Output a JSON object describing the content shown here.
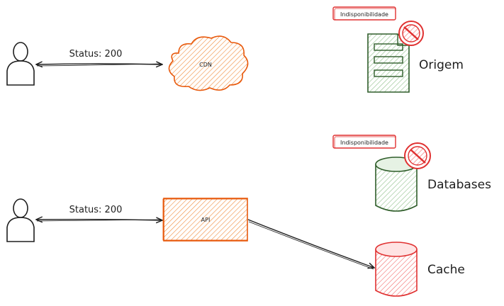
{
  "top": {
    "edge_label": "Status: 200",
    "cdn_label": "CDN",
    "badge": "Indisponibilidade",
    "origin_label": "Origem"
  },
  "bottom": {
    "edge_label": "Status: 200",
    "api_label": "API",
    "badge": "Indisponibilidade",
    "databases_label": "Databases",
    "cache_label": "Cache"
  },
  "colors": {
    "orange": "#e8590c",
    "orange_fill": "#ffd8a8",
    "green": "#2f5d2a",
    "green_fill": "#b2d8b0",
    "red": "#e03131",
    "red_fill": "#ffc9c9",
    "ink": "#1e1e1e"
  }
}
